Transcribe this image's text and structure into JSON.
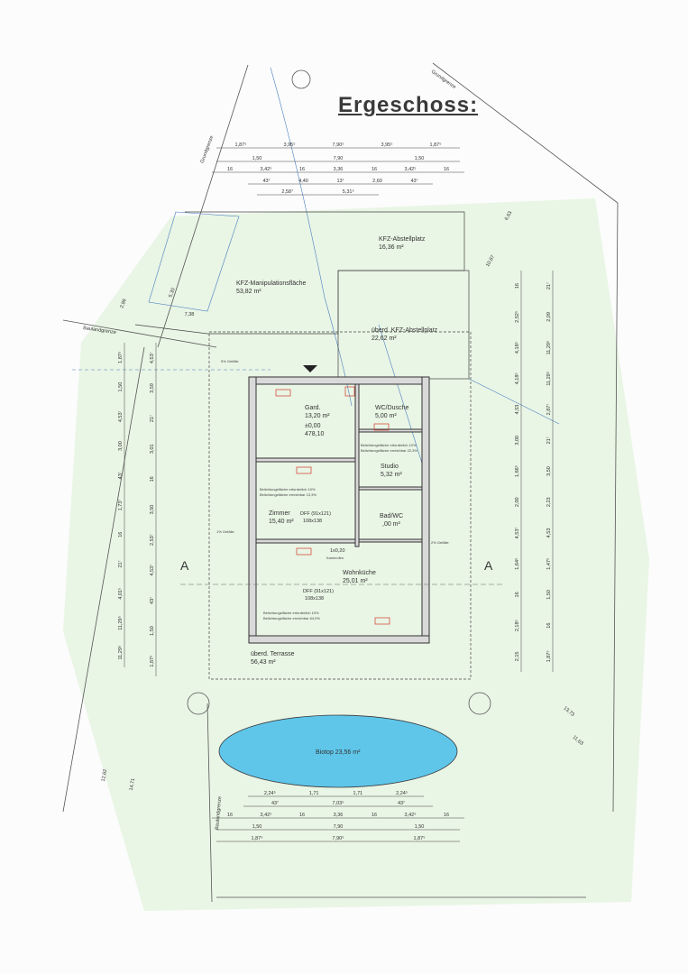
{
  "title": "Ergeschoss:",
  "labels": {
    "grundgrenze": "Grundgrenze",
    "baulandgrenze": "Baulandgrenze",
    "section": "A"
  },
  "rooms": {
    "kfz_abstell": {
      "name": "KFZ-Abstellplatz",
      "area": "16,36 m²"
    },
    "kfz_manip": {
      "name": "KFZ-Manipulationsfläche",
      "area": "53,82 m²"
    },
    "ueberd_kfz": {
      "name": "überd. KFZ-Abstellplatz",
      "area": "22,62 m²"
    },
    "gard": {
      "name": "Gard.",
      "area": "13,20 m²",
      "level": "±0,00",
      "abs": "478,10"
    },
    "wc": {
      "name": "WC/Dusche",
      "area": "5,00 m²"
    },
    "studio": {
      "name": "Studio",
      "area": "5,32 m²"
    },
    "zimmer": {
      "name": "Zimmer",
      "area": "15,40 m²",
      "window": "DFF (91x121)",
      "window_size": "108x138"
    },
    "bad": {
      "name": "Bad/WC",
      "area": ",00 m²"
    },
    "kuche": {
      "name": "Wohnküche",
      "area": "25,01 m²",
      "window": "DFF (91x121)",
      "window_size": "108x138"
    },
    "terrasse": {
      "name": "überd. Terrasse",
      "area": "56,43 m²"
    },
    "biotop": {
      "name": "Biotop 23,56 m²"
    }
  },
  "notes": {
    "belichtung_1": "Belichtungsfläche erforderlich 10%",
    "belichtung_1b": "Belichtungsfläche erreichbar 13,3%",
    "belichtung_2": "Belichtungsfläche erforderlich 10%",
    "belichtung_2b": "Belichtungsfläche erreichbar 22,3%",
    "belichtung_3": "Belichtungsfläche erforderlich 10%",
    "belichtung_3b": "Belichtungsfläche erreichbar 64,0%",
    "gefaelle": "1% Gefälle",
    "gefaelle2": "2% Gefälle",
    "gefaelle3": "5% Gefälle",
    "kaminofen": "Kaminofen",
    "ofen_dim": "1x0,20"
  },
  "dims_top": {
    "r1": [
      "1,87⁵",
      "3,95⁵",
      "7,90⁵",
      "3,95⁵",
      "1,87⁵"
    ],
    "r2": [
      "1,50",
      "7,90",
      "1,50"
    ],
    "r3": [
      "16",
      "3,42⁵",
      "16",
      "3,36",
      "16",
      "3,42⁵",
      "16"
    ],
    "r4": [
      "43⁷",
      "4,40",
      "13⁷",
      "2,60",
      "43⁷"
    ],
    "r5": [
      "2,58⁷",
      "5,31⁵"
    ]
  },
  "dims_bottom": {
    "r1": [
      "2,24⁵",
      "1,71",
      "1,71",
      "2,24⁵"
    ],
    "r2": [
      "43⁷",
      "7,03⁵",
      "43⁷"
    ],
    "r3": [
      "16",
      "3,42⁵",
      "16",
      "3,36",
      "16",
      "3,42⁵",
      "16"
    ],
    "r4": [
      "1,50",
      "7,90",
      "1,50"
    ],
    "r5": [
      "1,87⁵",
      "7,90⁵",
      "1,87⁵"
    ]
  },
  "dims_left": [
    "1,87⁵",
    "1,50",
    "4,53⁷",
    "3,00",
    "43⁷",
    "1,73⁷",
    "16",
    "21⁷",
    "4,01⁵",
    "11,29⁵",
    "11,29⁵",
    "4,53⁷",
    "3,59",
    "21⁷",
    "3,01",
    "16",
    "3,50",
    "2,53⁷",
    "4,53⁷",
    "43⁷",
    "1,50",
    "1,87⁵"
  ],
  "dims_right": [
    "16",
    "2,52⁵",
    "4,18⁵",
    "4,18⁵",
    "4,53",
    "3,00",
    "1,66⁵",
    "2,00",
    "4,53⁷",
    "1,64⁵",
    "16",
    "2,18⁵",
    "2,15",
    "21⁷",
    "2,09",
    "11,29⁵",
    "11,29⁵",
    "2,87⁷",
    "21⁷",
    "3,50",
    "2,23",
    "4,53",
    "1,47⁵",
    "1,50",
    "16",
    "1,87⁵"
  ],
  "dims_misc": [
    "6,63",
    "10,87",
    "5,30",
    "2,86",
    "7,38",
    "13,73",
    "11,63",
    "12,62",
    "14,71"
  ],
  "colors": {
    "line": "#3a3a3a",
    "blue": "#4a7fc0",
    "pond": "#5fc6ea",
    "red": "#d23a2a",
    "green": "#e6f3e1"
  }
}
